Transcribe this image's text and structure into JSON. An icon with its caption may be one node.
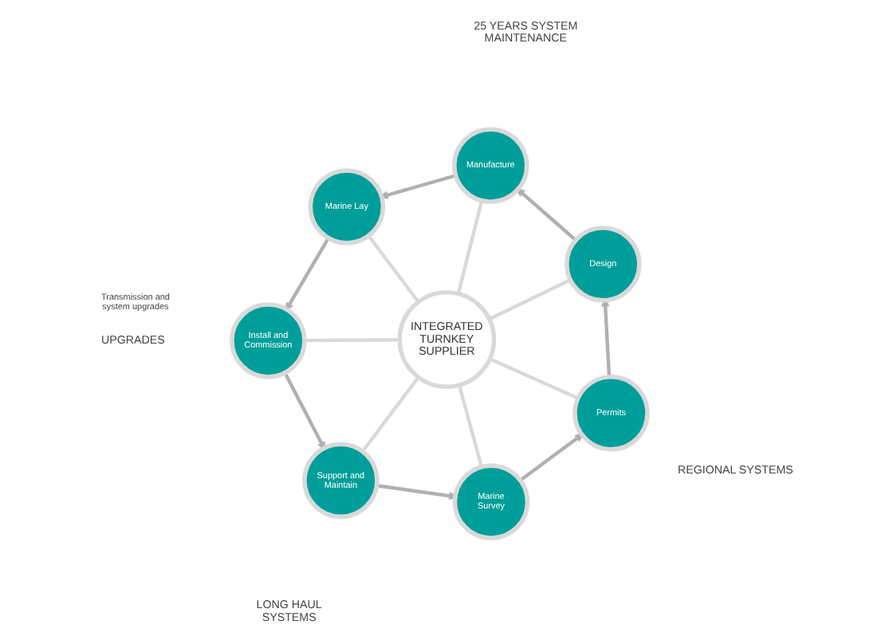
{
  "diagram": {
    "nodes": [
      {
        "text": [
          "INTEGRATED TURNKEY SUPPLIER"
        ]
      },
      {
        "text": [
          "Marine Survey"
        ]
      },
      {
        "text": [
          "Permits"
        ]
      },
      {
        "text": [
          "Design"
        ]
      },
      {
        "text": [
          "Manufacture"
        ]
      },
      {
        "text": [
          "Marine Lay"
        ]
      },
      {
        "text": [
          "Install and Commission"
        ]
      },
      {
        "text": [
          "Support and Maintain"
        ]
      }
    ],
    "edges": [
      {
        "from": 0,
        "to": 1,
        "arrow": "none",
        "color": "#d9d9d9"
      },
      {
        "from": 0,
        "to": 2,
        "arrow": "none",
        "color": "#d9d9d9"
      },
      {
        "from": 0,
        "to": 3,
        "arrow": "none",
        "color": "#d9d9d9"
      },
      {
        "from": 0,
        "to": 4,
        "arrow": "none",
        "color": "#d9d9d9"
      },
      {
        "from": 0,
        "to": 5,
        "arrow": "none",
        "color": "#d9d9d9"
      },
      {
        "from": 0,
        "to": 6,
        "arrow": "none",
        "color": "#d9d9d9"
      },
      {
        "from": 0,
        "to": 7,
        "arrow": "none",
        "color": "#d9d9d9"
      },
      {
        "from": 1,
        "to": 2,
        "arrow": "to"
      },
      {
        "from": 2,
        "to": 3,
        "arrow": "to"
      },
      {
        "from": 3,
        "to": 4,
        "arrow": "to"
      },
      {
        "from": 4,
        "to": 5,
        "arrow": "to"
      },
      {
        "from": 5,
        "to": 6,
        "arrow": "to"
      },
      {
        "from": 6,
        "to": 7,
        "arrow": "to"
      },
      {
        "from": 7,
        "to": 1,
        "arrow": "to"
      }
    ],
    "labels": [
      "LONG HAUL SYSTEMS",
      "REGIONAL SYSTEMS",
      "UPGRADES",
      "Transmission and system upgrades",
      "25 YEARS SYSTEM MAINTENANCE"
    ]
  }
}
